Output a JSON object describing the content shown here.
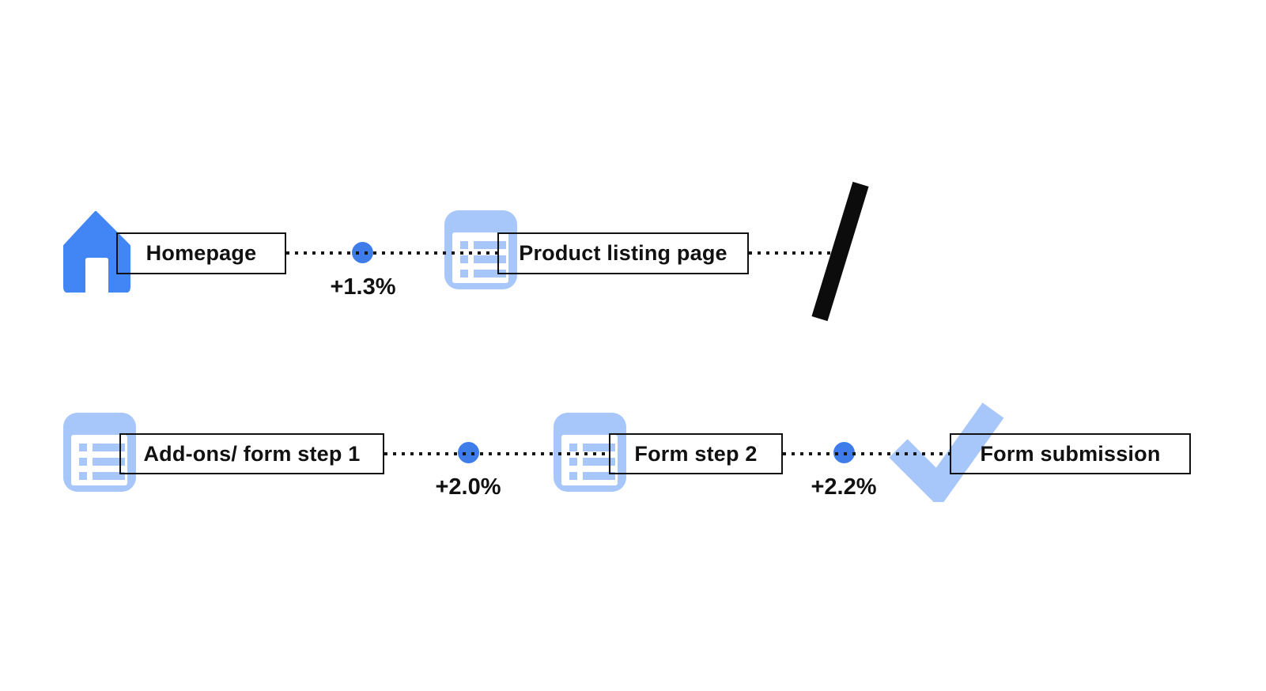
{
  "colors": {
    "primary_blue": "#4285f4",
    "dot_blue": "#3e7de9",
    "light_blue": "#a7c6fa",
    "ink": "#111111",
    "background": "#ffffff"
  },
  "flow": {
    "row1": {
      "steps": [
        {
          "label": "Homepage",
          "icon": "home-icon"
        },
        {
          "label": "Product listing page",
          "icon": "list-page-icon"
        }
      ],
      "transitions": [
        {
          "delta": "+1.3%"
        }
      ],
      "continuation": "cut-slash"
    },
    "row2": {
      "steps": [
        {
          "label": "Add-ons/ form step 1",
          "icon": "list-page-icon"
        },
        {
          "label": "Form step 2",
          "icon": "list-page-icon"
        },
        {
          "label": "Form submission",
          "icon": "check-icon"
        }
      ],
      "transitions": [
        {
          "delta": "+2.0%"
        },
        {
          "delta": "+2.2%"
        }
      ]
    }
  }
}
